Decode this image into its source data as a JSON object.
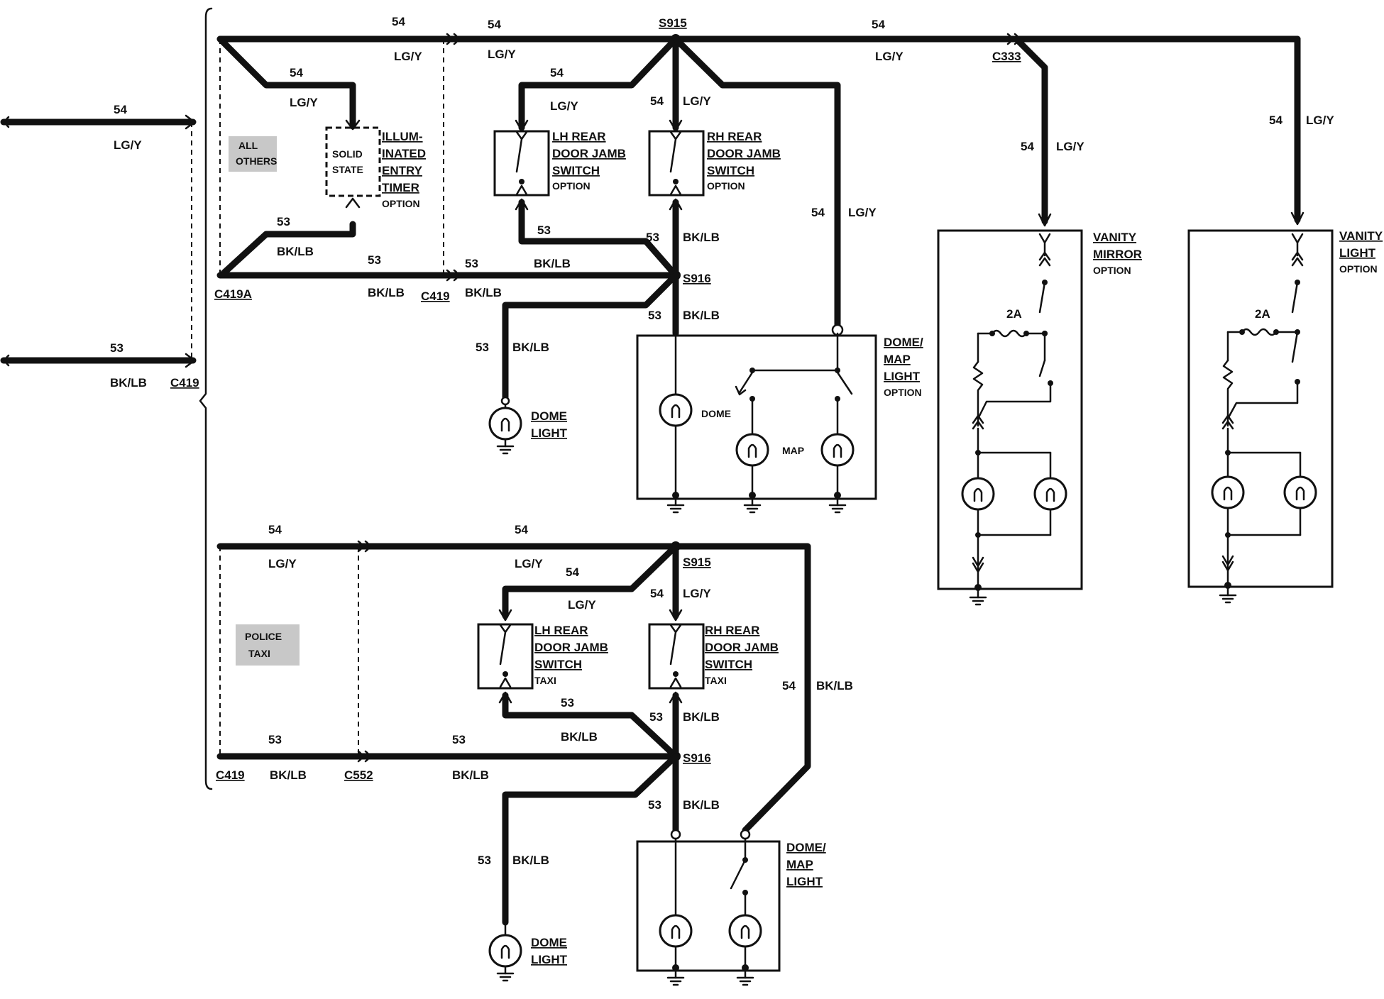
{
  "wires": {
    "feed_54": "54",
    "feed_53": "53",
    "lgy": "LG/Y",
    "bklb": "BK/LB"
  },
  "connectors": {
    "c419": "C419",
    "c419a": "C419A",
    "c333": "C333",
    "c552": "C552"
  },
  "splices": {
    "s915": "S915",
    "s916": "S916"
  },
  "groups": {
    "all_others_1": "ALL",
    "all_others_2": "OTHERS",
    "police_1": "POLICE",
    "police_2": "TAXI"
  },
  "timer": {
    "inner_1": "SOLID",
    "inner_2": "STATE",
    "label_1": "ILLUM-",
    "label_2": "INATED",
    "label_3": "ENTRY",
    "label_4": "TIMER",
    "option": "OPTION"
  },
  "switches": {
    "lh_1": "LH REAR",
    "rh_1": "RH REAR",
    "line_2": "DOOR JAMB",
    "line_3": "SWITCH",
    "option": "OPTION",
    "taxi": "TAXI"
  },
  "lamps": {
    "dome_1": "DOME",
    "dome_2": "LIGHT",
    "dome_small": "DOME",
    "map_small": "MAP",
    "dome_map_1": "DOME/",
    "dome_map_2": "MAP",
    "dome_map_3": "LIGHT",
    "option": "OPTION"
  },
  "vanity": {
    "mirror_1": "VANITY",
    "mirror_2": "MIRROR",
    "light_1": "VANITY",
    "light_2": "LIGHT",
    "option": "OPTION",
    "fuse": "2A"
  }
}
